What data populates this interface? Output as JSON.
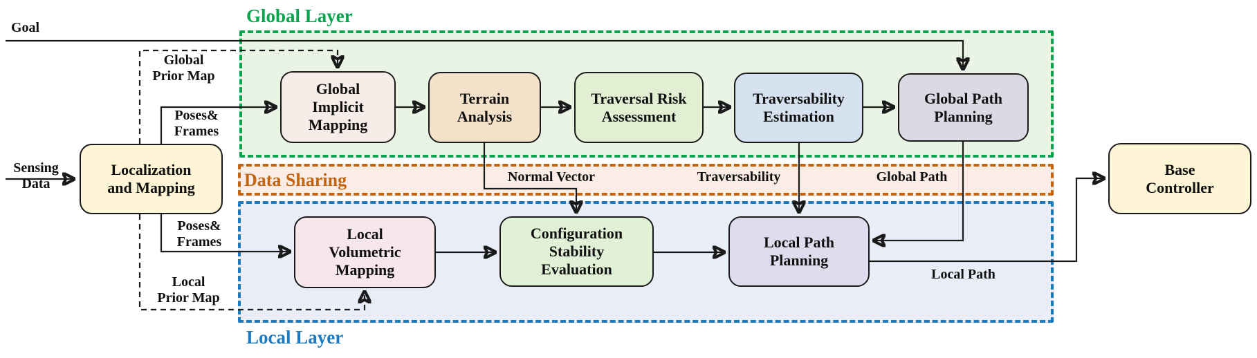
{
  "figure": {
    "type": "flow-diagram",
    "description": "Hierarchical navigation architecture with global layer, data sharing layer and local layer"
  },
  "layers": {
    "global": {
      "title": "Global Layer",
      "accent": "#0aa44e",
      "fill": "#eaf4e5"
    },
    "data_sharing": {
      "title": "Data Sharing",
      "accent": "#c5640f",
      "fill": "#fbece5"
    },
    "local": {
      "title": "Local Layer",
      "accent": "#1d79c0",
      "fill": "#e8edf7"
    }
  },
  "nodes": {
    "localization_and_mapping": {
      "label": "Localization\nand Mapping",
      "fill": "#fdf5d6"
    },
    "global_implicit_mapping": {
      "label": "Global\nImplicit\nMapping",
      "fill": "#f8ece8"
    },
    "terrain_analysis": {
      "label": "Terrain\nAnalysis",
      "fill": "#f4e1ca"
    },
    "traversal_risk_assessment": {
      "label": "Traversal Risk\nAssessment",
      "fill": "#e2efd3"
    },
    "traversability_estimation": {
      "label": "Traversability\nEstimation",
      "fill": "#d7e2f0"
    },
    "global_path_planning": {
      "label": "Global Path\nPlanning",
      "fill": "#dbd9e4"
    },
    "local_volumetric_mapping": {
      "label": "Local\nVolumetric\nMapping",
      "fill": "#f7e7eb"
    },
    "configuration_stability_evaluation": {
      "label": "Configuration\nStability\nEvaluation",
      "fill": "#e1f1d5"
    },
    "local_path_planning": {
      "label": "Local Path\nPlanning",
      "fill": "#e1dbee"
    },
    "base_controller": {
      "label": "Base\nController",
      "fill": "#fdf5d6"
    }
  },
  "edge_labels": {
    "goal": "Goal",
    "sensing_data": "Sensing\nData",
    "global_prior_map": "Global\nPrior Map",
    "poses_frames_top": "Poses&\nFrames",
    "poses_frames_bottom": "Poses&\nFrames",
    "local_prior_map": "Local\nPrior Map",
    "normal_vector": "Normal Vector",
    "traversability": "Traversability",
    "global_path": "Global Path",
    "local_path": "Local Path"
  },
  "line_color": "#1a1a1a"
}
